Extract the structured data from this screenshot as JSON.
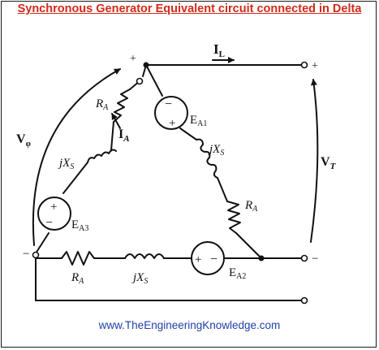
{
  "title": "Synchronous Generator Equivalent circuit connected in Delta",
  "footer": "www.TheEngineeringKnowledge.com",
  "colors": {
    "title": "#d12a1a",
    "footer": "#1f3fa8",
    "wire": "#111111"
  },
  "labels": {
    "i_l_main": "I",
    "i_l_sub": "L",
    "i_a_main": "I",
    "i_a_sub": "A",
    "v_phi_main": "V",
    "v_phi_sub": "φ",
    "v_t_main": "V",
    "v_t_sub": "T",
    "ea1_main": "E",
    "ea1_sub": "A1",
    "ea2_main": "E",
    "ea2_sub": "A2",
    "ea3_main": "E",
    "ea3_sub": "A3",
    "ra_main": "R",
    "ra_sub": "A",
    "jxs_j": "j",
    "jxs_main": "X",
    "jxs_sub": "S",
    "plus": "+",
    "minus": "−",
    "terminal_plus": "+",
    "terminal_minus": "−",
    "apex_plus": "+",
    "left_minus": "−"
  }
}
